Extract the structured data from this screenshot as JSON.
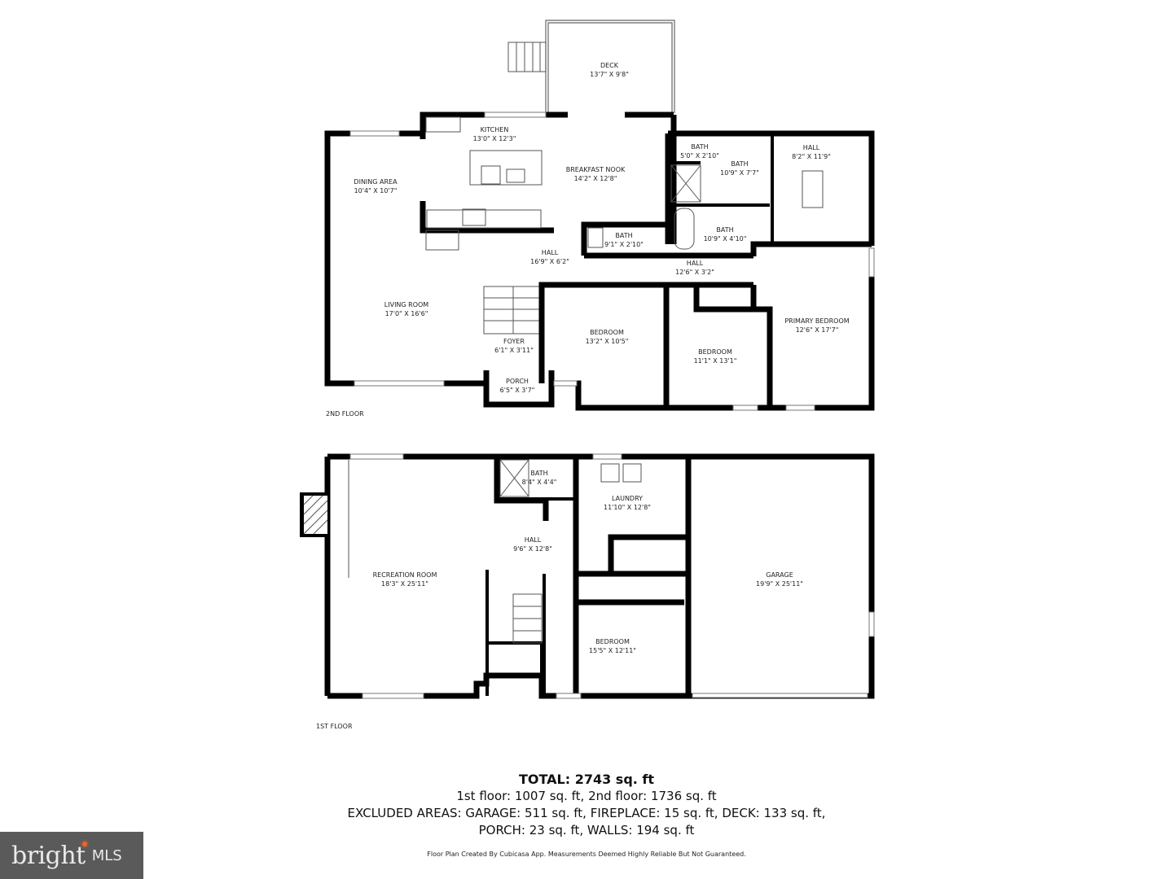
{
  "floors": {
    "second": {
      "label": "2ND FLOOR",
      "rooms": [
        {
          "name": "DECK",
          "dims": "13'7\" X 9'8\""
        },
        {
          "name": "KITCHEN",
          "dims": "13'0\" X 12'3\""
        },
        {
          "name": "DINING AREA",
          "dims": "10'4\" X 10'7\""
        },
        {
          "name": "BREAKFAST NOOK",
          "dims": "14'2\" X 12'8\""
        },
        {
          "name": "BATH",
          "dims": "5'0\" X 2'10\""
        },
        {
          "name": "BATH",
          "dims": "10'9\" X 7'7\""
        },
        {
          "name": "HALL",
          "dims": "8'2\" X 11'9\""
        },
        {
          "name": "BATH",
          "dims": "9'1\" X 2'10\""
        },
        {
          "name": "BATH",
          "dims": "10'9\" X 4'10\""
        },
        {
          "name": "HALL",
          "dims": "16'9\" X 6'2\""
        },
        {
          "name": "HALL",
          "dims": "12'6\" X 3'2\""
        },
        {
          "name": "LIVING ROOM",
          "dims": "17'0\" X 16'6\""
        },
        {
          "name": "FOYER",
          "dims": "6'1\" X 3'11\""
        },
        {
          "name": "BEDROOM",
          "dims": "13'2\" X 10'5\""
        },
        {
          "name": "BEDROOM",
          "dims": "11'1\" X 13'1\""
        },
        {
          "name": "PRIMARY BEDROOM",
          "dims": "12'6\" X 17'7\""
        },
        {
          "name": "PORCH",
          "dims": "6'5\" X 3'7\""
        }
      ]
    },
    "first": {
      "label": "1ST FLOOR",
      "rooms": [
        {
          "name": "BATH",
          "dims": "8'4\" X 4'4\""
        },
        {
          "name": "LAUNDRY",
          "dims": "11'10\" X 12'8\""
        },
        {
          "name": "HALL",
          "dims": "9'6\" X 12'8\""
        },
        {
          "name": "RECREATION ROOM",
          "dims": "18'3\" X 25'11\""
        },
        {
          "name": "GARAGE",
          "dims": "19'9\" X 25'11\""
        },
        {
          "name": "BEDROOM",
          "dims": "15'5\" X 12'11\""
        }
      ]
    }
  },
  "summary": {
    "total": "TOTAL: 2743 sq. ft",
    "floors_line": "1st floor: 1007 sq. ft, 2nd floor: 1736 sq. ft",
    "excluded_line_1": "EXCLUDED AREAS: GARAGE: 511 sq. ft, FIREPLACE: 15 sq. ft, DECK: 133 sq. ft,",
    "excluded_line_2": "PORCH: 23 sq. ft, WALLS: 194 sq. ft"
  },
  "credit": "Floor Plan Created By Cubicasa App. Measurements Deemed Highly Reliable But Not Guaranteed.",
  "logo": {
    "brand": "bright",
    "suffix": "MLS",
    "accent_color": "#f26522",
    "bg_color": "#5a5a5a"
  }
}
